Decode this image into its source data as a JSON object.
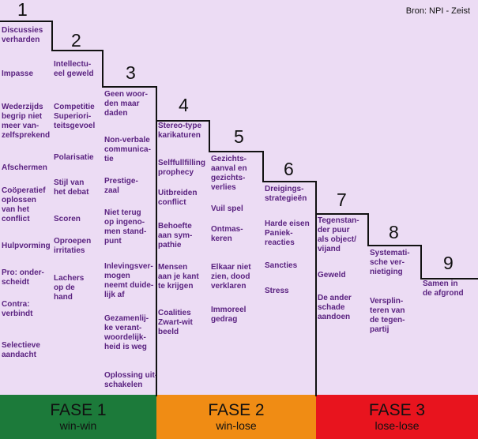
{
  "source": "Bron: NPI - Zeist",
  "colors": {
    "background": "#ecdcf4",
    "text": "#5a2280",
    "fase1": "#1c7a3a",
    "fase2": "#f08c14",
    "fase3": "#e8141e"
  },
  "steps": [
    {
      "num": "1",
      "items": [
        "Discussies\nverharden",
        "Impasse",
        "Wederzijds\nbegrip niet\nmeer van-\nzelfsprekend",
        "Afschermen",
        "Coöperatief\noplossen\nvan het\nconflict",
        "Hulpvorming",
        "Pro: onder-\nscheidt",
        "Contra:\nverbindt",
        "Selectieve\naandacht"
      ]
    },
    {
      "num": "2",
      "items": [
        "Intellectu-\neel geweld",
        "Competitie\nSuperiori-\nteitsgevoel",
        "Polarisatie",
        "Stijl van\nhet debat",
        "Scoren",
        "Oproepen\nirritaties",
        "Lachers\nop de\nhand"
      ]
    },
    {
      "num": "3",
      "items": [
        "Geen woor-\nden maar\ndaden",
        "Non-verbale\ncommunica-\ntie",
        "Prestige-\nzaal",
        "Niet terug\nop ingeno-\nmen stand-\npunt",
        "Inlevingsver-\nmogen\nneemt duide-\nlijk af",
        "Gezamenlij-\nke verant-\nwoordelijk-\nheid is weg",
        "Oplossing uit-\nschakelen"
      ]
    },
    {
      "num": "4",
      "items": [
        "Stereo-type\nkarikaturen",
        "Selffullfilling\nprophecy",
        "Uitbreiden\nconflict",
        "Behoefte\naan sym-\npathie",
        "Mensen\naan je kant\nte krijgen",
        "Coalities\nZwart-wit\nbeeld"
      ]
    },
    {
      "num": "5",
      "items": [
        "Gezichts-\naanval en\ngezichts-\nverlies",
        "Vuil spel",
        "Ontmas-\nkeren",
        "Elkaar niet\nzien, dood\nverklaren",
        "Immoreel\ngedrag"
      ]
    },
    {
      "num": "6",
      "items": [
        "Dreigings-\nstrategieën",
        "Harde eisen\nPaniek-\nreacties",
        "Sancties",
        "Stress"
      ]
    },
    {
      "num": "7",
      "items": [
        "Tegenstan-\nder puur\nals object/\nvijand",
        "Geweld",
        "De ander\nschade\naandoen"
      ]
    },
    {
      "num": "8",
      "items": [
        "Systemati-\nsche ver-\nnietiging",
        "Versplin-\nteren van\nde tegen-\npartij"
      ]
    },
    {
      "num": "9",
      "items": [
        "Samen in\nde afgrond"
      ]
    }
  ],
  "phases": [
    {
      "title": "FASE 1",
      "subtitle": "win-win"
    },
    {
      "title": "FASE 2",
      "subtitle": "win-lose"
    },
    {
      "title": "FASE 3",
      "subtitle": "lose-lose"
    }
  ]
}
